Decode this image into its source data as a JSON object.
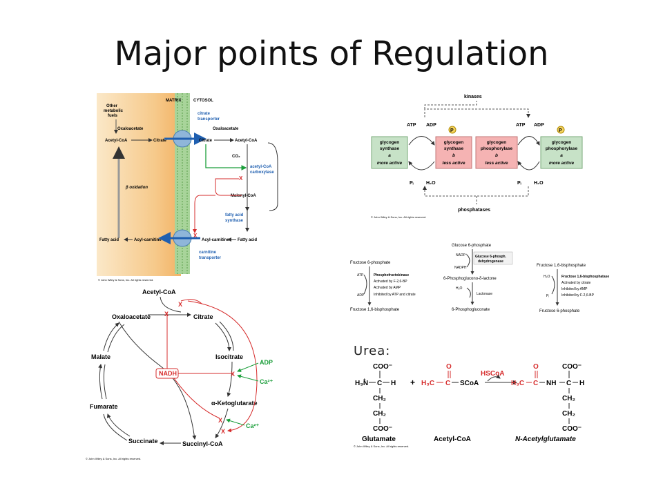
{
  "slide": {
    "title": "Major points of Regulation",
    "urea_label": "Urea:"
  },
  "fa_panel": {
    "matrix": "MATRIX",
    "cytosol": "CYTOSOL",
    "other_fuels": [
      "Other",
      "metabolic",
      "fuels"
    ],
    "oxaloacetate_l": "Oxaloacetate",
    "acetylcoa_l": "Acetyl-CoA",
    "citrate_l": "Citrate",
    "citrate_transporter": [
      "citrate",
      "transporter"
    ],
    "oxaloacetate_r": "Oxaloacetate",
    "citrate_r": "Citrate",
    "acetylcoa_r": "Acetyl-CoA",
    "co2": "CO₂",
    "acc": [
      "acetyl-CoA",
      "carboxylase"
    ],
    "beta_ox": "β oxidation",
    "malonyl": "Malonyl-CoA",
    "fas": [
      "fatty acid",
      "synthase"
    ],
    "fatty_acid_l": "Fatty acid",
    "acylcarn_l": "Acyl-carnitine",
    "acylcarn_r": "Acyl-carnitine",
    "fatty_acid_r": "Fatty acid",
    "carn_transporter": [
      "carnitine",
      "transporter"
    ],
    "copyright": "© John Wiley & Sons, Inc. All rights reserved."
  },
  "glycogen_panel": {
    "kinases": "kinases",
    "phosphatases": "phosphatases",
    "atp1": "ATP",
    "adp1": "ADP",
    "atp2": "ATP",
    "adp2": "ADP",
    "pi1": "Pᵢ",
    "h2o1": "H₂O",
    "pi2": "Pᵢ",
    "h2o2": "H₂O",
    "p": "P",
    "box1": [
      "glycogen",
      "synthase",
      "a",
      "more active"
    ],
    "box2": [
      "glycogen",
      "synthase",
      "b",
      "less active"
    ],
    "box3": [
      "glycogen",
      "phosphorylase",
      "b",
      "less active"
    ],
    "box4": [
      "glycogen",
      "phosphorylase",
      "a",
      "more active"
    ],
    "copyright": "© John Wiley & Sons, Inc. All rights reserved.",
    "colors": {
      "green": "#c7e2c7",
      "pink": "#f5b3b3",
      "p_circle": "#f4d35e"
    }
  },
  "pfk_panel": {
    "top": "Fructose 6-phosphate",
    "atp": "ATP",
    "adp": "ADP",
    "enzyme": "Phosphofructokinase",
    "notes": [
      "Activated by F-2,6-BP",
      "Activated by AMP",
      "Inhibited by ATP and citrate"
    ],
    "bottom": "Fructose 1,6-bisphosphate"
  },
  "g6pd_panel": {
    "top": "Glucose 6-phosphate",
    "nadp": "NADP⁺",
    "nadph": "NADPH",
    "enzyme": [
      "Glucose 6-phosph.",
      "dehydrogenase"
    ],
    "mid": "6-Phosphoglucono-δ-lactone",
    "h2o": "H₂O",
    "lactonase": "Lactonase",
    "bottom": "6-Phosphogluconate"
  },
  "fbpase_panel": {
    "top": "Fructose 1,6-bisphosphate",
    "h2o": "H₂O",
    "pi": "Pᵢ",
    "enzyme": "Fructose 1,6-bisphosphatase",
    "notes": [
      "Activated by citrate",
      "Inhibited by AMP",
      "Inhibited by F-2,6-BP"
    ],
    "bottom": "Fructose 6-phosphate"
  },
  "tca_panel": {
    "acetylcoa": "Acetyl-CoA",
    "oxaloacetate": "Oxaloacetate",
    "citrate": "Citrate",
    "malate": "Malate",
    "isocitrate": "Isocitrate",
    "nadh": "NADH",
    "adp": "ADP",
    "ca1": "Ca²⁺",
    "akg": "α-Ketoglutarate",
    "fumarate": "Fumarate",
    "ca2": "Ca²⁺",
    "succinate": "Succinate",
    "succinylcoa": "Succinyl-CoA",
    "x": "X",
    "copyright": "© John Wiley & Sons, Inc. All rights reserved."
  },
  "urea_panel": {
    "glu_top": "COO⁻",
    "h3n": "H₃N",
    "c": "C",
    "h": "H",
    "ch2": "CH₂",
    "plus": "+",
    "o": "O",
    "h3c": "H₃C",
    "scoa": "SCoA",
    "hscoa": "HSCoA",
    "nh": "NH",
    "glutamate": "Glutamate",
    "acetylcoa": "Acetyl-CoA",
    "nag": "N-Acetylglutamate",
    "copyright": "© John Wiley & Sons, Inc. All rights reserved."
  }
}
